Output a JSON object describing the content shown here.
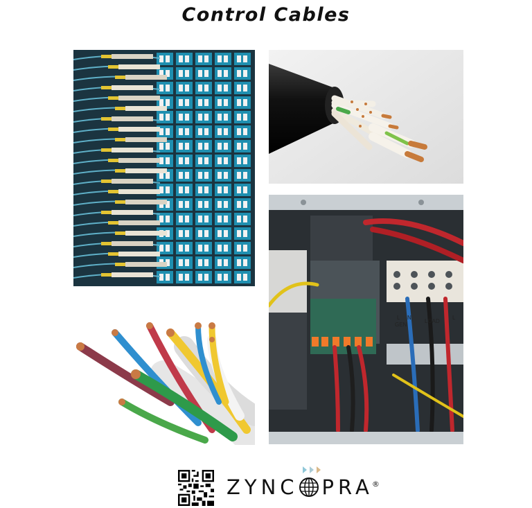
{
  "title": "Control Cables",
  "photos": {
    "fiber_patch_panel": "fiber-optic-patch-panel-icon",
    "cable_cross_section": "multicore-cable-icon",
    "colored_wires": "colored-wires-icon",
    "electrical_panel": "electrical-control-panel-icon"
  },
  "panel_labels": {
    "gen": "GEN",
    "load": "LOAD",
    "l1": "L",
    "n1": "N",
    "l2": "L"
  },
  "brand": {
    "left": "ZYNC",
    "right": "PRA",
    "registered": "®"
  },
  "colors": {
    "fiber_blue": "#1f8fb0",
    "arrow_blue": "#8fc7d8",
    "arrow_tan": "#d9b98a"
  }
}
